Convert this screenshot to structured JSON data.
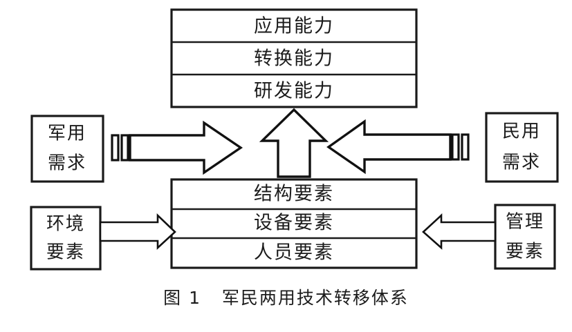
{
  "figure": {
    "caption": "图 1   军民两用技术转移体系",
    "background_color": "#ffffff",
    "line_color": "#111111",
    "text_color": "#1b1b1b"
  },
  "capability_stack": {
    "name": "capability-box",
    "rows": [
      {
        "label": "应用能力"
      },
      {
        "label": "转换能力"
      },
      {
        "label": "研发能力"
      }
    ]
  },
  "element_stack": {
    "name": "element-box",
    "rows": [
      {
        "label": "结构要素"
      },
      {
        "label": "设备要素"
      },
      {
        "label": "人员要素"
      }
    ]
  },
  "side_boxes": {
    "military_demand": {
      "line1": "军用",
      "line2": "需求"
    },
    "civil_demand": {
      "line1": "民用",
      "line2": "需求"
    },
    "environment_factor": {
      "line1": "环境",
      "line2": "要素"
    },
    "management_factor": {
      "line1": "管理",
      "line2": "要素"
    }
  },
  "arrows": [
    {
      "name": "military-to-center-arrow",
      "direction": "right",
      "style": "block-outline"
    },
    {
      "name": "civil-to-center-arrow",
      "direction": "left",
      "style": "block-outline"
    },
    {
      "name": "center-up-arrow",
      "direction": "up",
      "style": "block-outline"
    },
    {
      "name": "environment-to-elements-arrow",
      "direction": "right",
      "style": "thin-outline"
    },
    {
      "name": "management-to-elements-arrow",
      "direction": "left",
      "style": "thin-outline"
    }
  ],
  "tick_bars": {
    "left": {
      "name": "left-tick-bars",
      "count": 2
    },
    "right": {
      "name": "right-tick-bars",
      "count": 2
    }
  }
}
